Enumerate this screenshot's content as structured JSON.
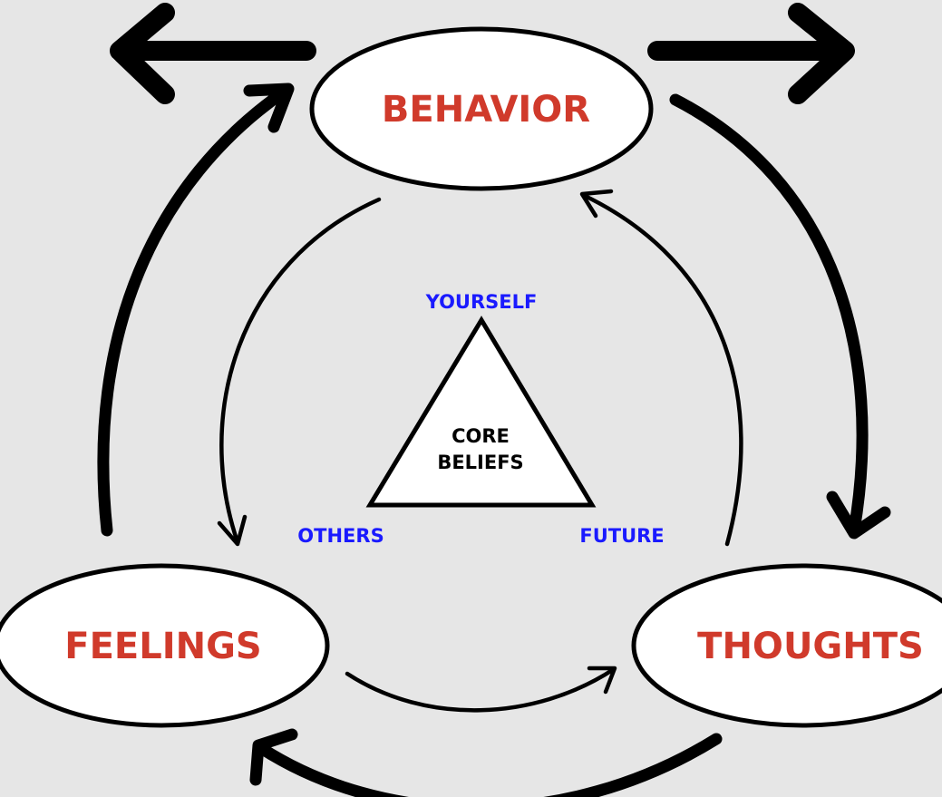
{
  "nodes": {
    "behavior": "BEHAVIOR",
    "feelings": "FEELINGS",
    "thoughts": "THOUGHTS"
  },
  "core": {
    "line1": "CORE",
    "line2": "BELIEFS"
  },
  "beliefs": {
    "top": "YOURSELF",
    "left": "OTHERS",
    "right": "FUTURE"
  },
  "colors": {
    "background": "#e6e6e6",
    "node_text": "#d03a2b",
    "belief_text": "#1a1aff",
    "core_text": "#000000",
    "lines": "#000000",
    "fill": "#ffffff"
  }
}
